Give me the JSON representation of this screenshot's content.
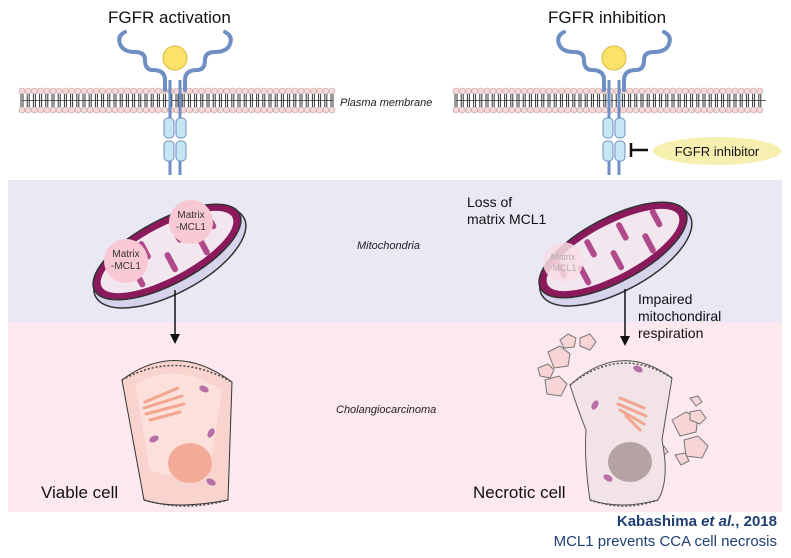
{
  "panels": {
    "left": {
      "title": "FGFR activation",
      "mitochondria": {
        "matrix_labels": [
          {
            "line1": "Matrix",
            "line2": "-MCL1"
          },
          {
            "line1": "Matrix",
            "line2": "-MCL1"
          }
        ]
      },
      "cell_label": "Viable cell"
    },
    "right": {
      "title": "FGFR inhibition",
      "inhibitor_label": "FGFR inhibitor",
      "loss_label_line1": "Loss of",
      "loss_label_line2": "matrix MCL1",
      "mitochondria": {
        "matrix_labels": [
          {
            "line1": "Matrix",
            "line2": "-MCL1"
          }
        ]
      },
      "arrow_label_line1": "Impaired",
      "arrow_label_line2": "mitochondiral",
      "arrow_label_line3": "respiration",
      "cell_label": "Necrotic cell"
    }
  },
  "compartments": {
    "membrane": "Plasma membrane",
    "mitochondria": "Mitochondria",
    "tumor": "Cholangiocarcinoma"
  },
  "citation": {
    "author": "Kabashima",
    "etal": "et al.",
    "year": ", 2018",
    "subtitle": "MCL1 prevents CCA cell necrosis"
  },
  "colors": {
    "receptor_stroke": "#6f8fc4",
    "receptor_fill": "#c7e6f4",
    "ligand": "#fbe26a",
    "membrane_head": "#fbd7d7",
    "mito_band": "#e9e8f5",
    "cca_band": "#fce9ef",
    "mito_outer": "#8a1a5c",
    "citation": "#1f3f73",
    "inhibitor_pill": "#f7efb0"
  }
}
